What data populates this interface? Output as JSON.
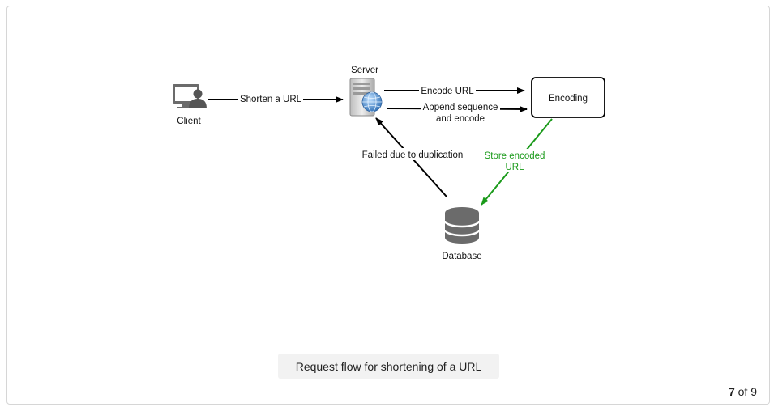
{
  "diagram": {
    "nodes": {
      "client": "Client",
      "server": "Server",
      "encoding": "Encoding",
      "database": "Database"
    },
    "edges": {
      "shorten": "Shorten a URL",
      "encode": "Encode URL",
      "append_line1": "Append sequence",
      "append_line2": "and encode",
      "failed": "Failed due to duplication",
      "store_line1": "Store encoded",
      "store_line2": "URL"
    },
    "colors": {
      "arrow": "#000000",
      "store_arrow": "#1a9a1a",
      "icon_gray": "#6b6b6b",
      "globe_blue": "#4a86c5"
    }
  },
  "caption": "Request flow for shortening of a URL",
  "pager": {
    "current": "7",
    "separator": "of",
    "total": "9"
  }
}
